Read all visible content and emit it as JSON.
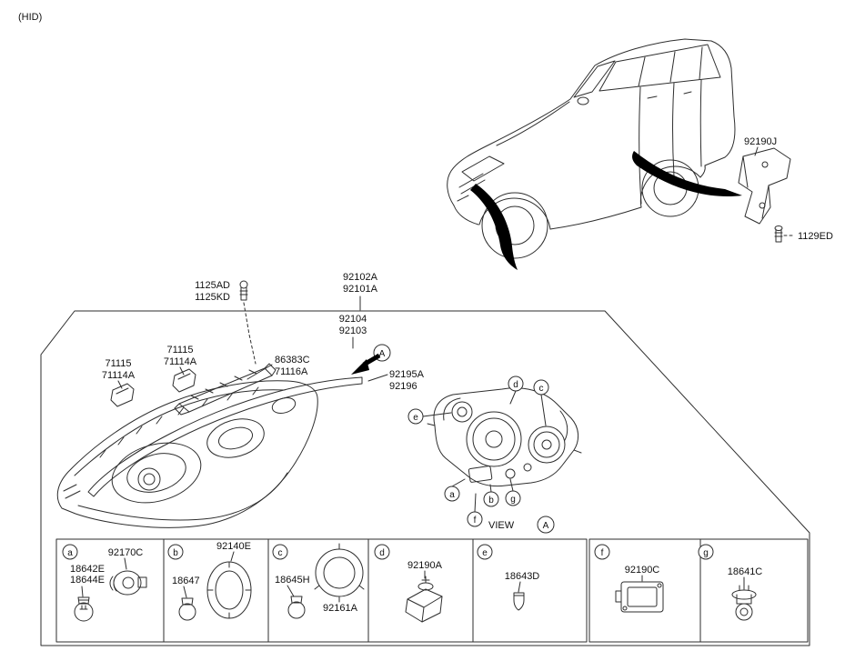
{
  "header": {
    "system_label": "(HID)"
  },
  "car_area": {
    "bracket_part": "92190J",
    "bracket_bolt_part": "1129ED"
  },
  "assembly": {
    "mount_bolt_line1": "1125AD",
    "mount_bolt_line2": "1125KD",
    "headlamp_line1": "92102A",
    "headlamp_line2": "92101A",
    "subassembly_line1": "92104",
    "subassembly_line2": "92103",
    "clip_upper_line1": "71115",
    "clip_upper_line2": "71114A",
    "clip_lower_line1": "71115",
    "clip_lower_line2": "71114A",
    "bracket_strip_line1": "86383C",
    "bracket_strip_line2": "71116A",
    "trim_line1": "92195A",
    "trim_line2": "92196",
    "view_label": "VIEW",
    "view_marker": "A",
    "direction_marker": "A"
  },
  "callouts": {
    "a": "a",
    "b": "b",
    "c": "c",
    "d": "d",
    "e": "e",
    "f": "f",
    "g": "g"
  },
  "table": {
    "cell_a": {
      "letter": "a",
      "part1": "92170C",
      "part2": "18642E",
      "part3": "18644E"
    },
    "cell_b": {
      "letter": "b",
      "part1": "92140E",
      "part2": "18647"
    },
    "cell_c": {
      "letter": "c",
      "part1": "18645H",
      "part2": "92161A"
    },
    "cell_d": {
      "letter": "d",
      "part1": "92190A"
    },
    "cell_e": {
      "letter": "e",
      "part1": "18643D"
    },
    "cell_f": {
      "letter": "f",
      "part1": "92190C"
    },
    "cell_g": {
      "letter": "g",
      "part1": "18641C"
    }
  }
}
